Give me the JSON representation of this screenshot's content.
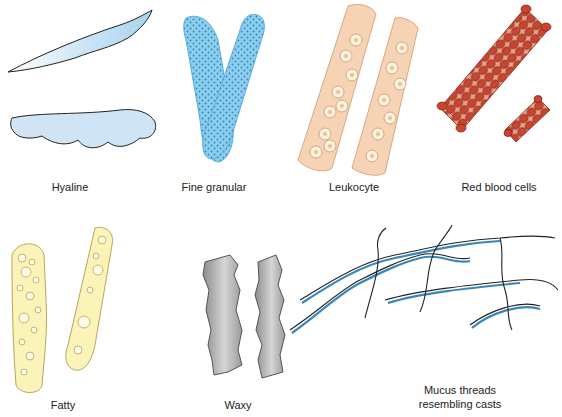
{
  "diagram": {
    "labels": [
      "Hyaline",
      "Fine granular",
      "Leukocyte",
      "Red blood cells",
      "Fatty",
      "Waxy",
      "Mucus threads resembling casts"
    ]
  }
}
